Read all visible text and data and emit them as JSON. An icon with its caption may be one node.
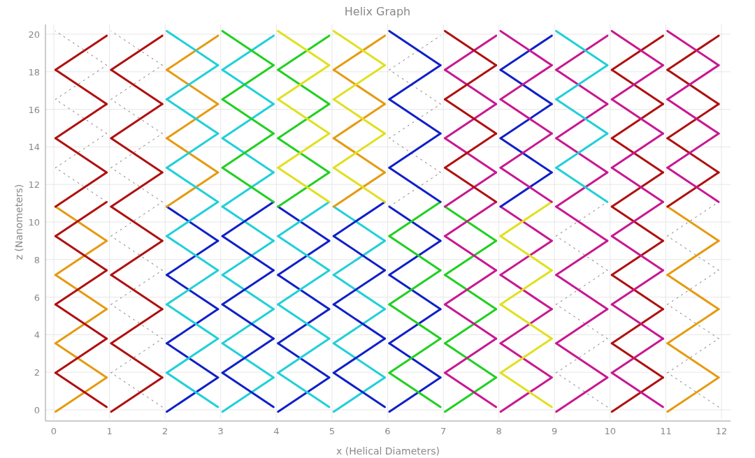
{
  "diagram": {
    "title": "Helix Graph",
    "labels": [
      "z (Nanometers)",
      "x (Helical Diameters)",
      "20",
      "18",
      "16",
      "14",
      "12",
      "10",
      "8",
      "6",
      "4",
      "2",
      "0",
      "0",
      "1",
      "2",
      "3",
      "4",
      "5",
      "6",
      "7",
      "8",
      "9",
      "10",
      "11",
      "12"
    ]
  }
}
